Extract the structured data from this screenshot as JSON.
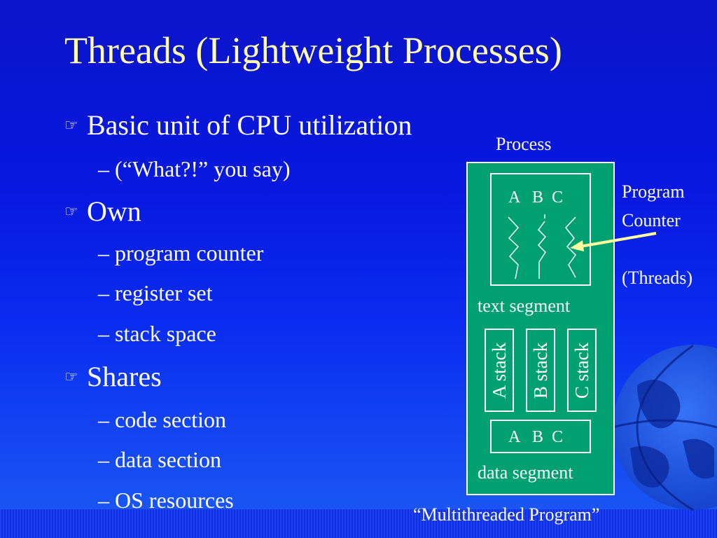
{
  "slide": {
    "title": "Threads (Lightweight Processes)",
    "bullets": [
      {
        "text": "Basic unit of CPU utilization",
        "subs": [
          "– (“What?!” you say)"
        ]
      },
      {
        "text": "Own",
        "subs": [
          "– program counter",
          "– register set",
          "– stack space"
        ]
      },
      {
        "text": "Shares",
        "subs": [
          "– code section",
          "– data section",
          "– OS resources"
        ]
      }
    ],
    "bullet_icon": "pointing-hand-icon"
  },
  "diagram": {
    "process_label": "Process",
    "text_segment_letters": "A   B  C",
    "text_segment_label": "text segment",
    "stacks": [
      "A stack",
      "B stack",
      "C stack"
    ],
    "data_segment_letters": "A   B  C",
    "data_segment_label": "data segment",
    "pc_label_line1": "Program",
    "pc_label_line2": "Counter",
    "threads_label": "(Threads)",
    "caption": "“Multithreaded Program”",
    "colors": {
      "process_fill": "#00a070",
      "arrow": "#ffffa0",
      "title": "#fffbb0"
    }
  }
}
